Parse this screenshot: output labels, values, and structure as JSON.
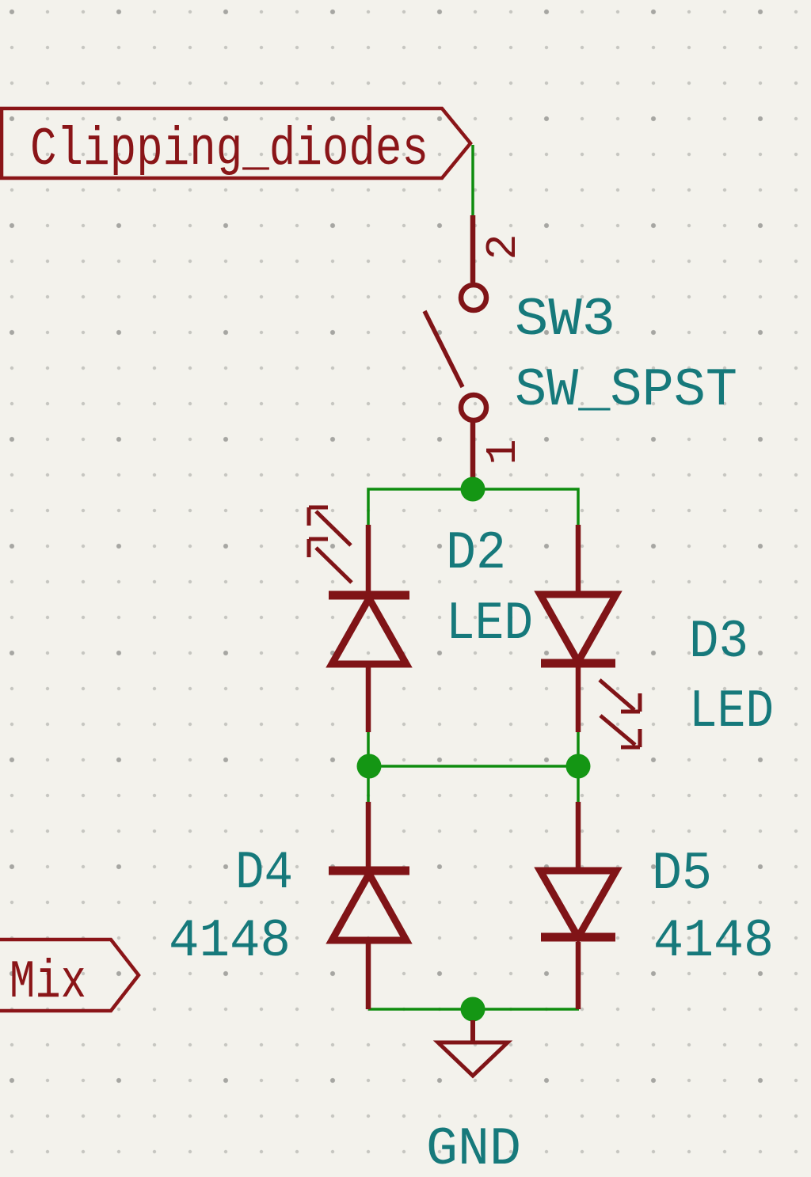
{
  "colors": {
    "bg": "#F3F2EC",
    "grid": "#C6C6C1",
    "grid_major": "#A6A6A2",
    "wire": "#0E8C0E",
    "junction": "#149614",
    "component": "#801417",
    "label": "#8A1518",
    "field": "#16797B"
  },
  "hier_labels": {
    "clipping": {
      "text": "Clipping_diodes"
    },
    "mix": {
      "text": "Mix"
    }
  },
  "switch": {
    "ref": "SW3",
    "value": "SW_SPST",
    "pin_top": "2",
    "pin_bottom": "1"
  },
  "diodes": {
    "d2": {
      "ref": "D2",
      "value": "LED"
    },
    "d3": {
      "ref": "D3",
      "value": "LED"
    },
    "d4": {
      "ref": "D4",
      "value": "4148"
    },
    "d5": {
      "ref": "D5",
      "value": "4148"
    }
  },
  "power": {
    "gnd": {
      "label": "GND"
    }
  }
}
